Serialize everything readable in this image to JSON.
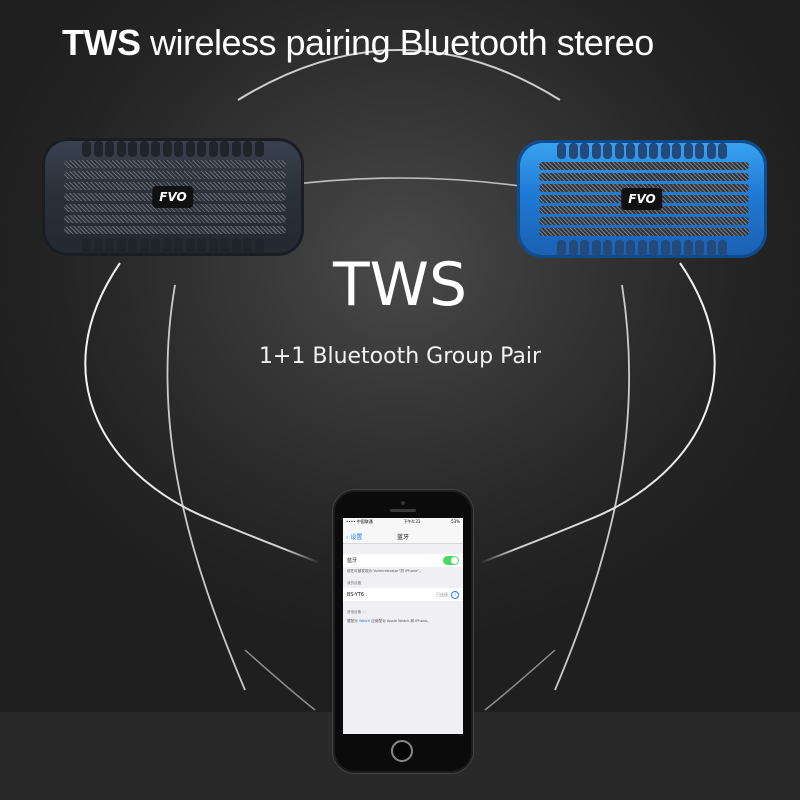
{
  "headline": {
    "bold": "TWS",
    "rest": " wireless pairing Bluetooth stereo"
  },
  "center": {
    "title": "TWS",
    "subtitle": "1+1 Bluetooth Group Pair"
  },
  "speakers": [
    {
      "position": "left",
      "color": "dark gray",
      "brand": "FVO"
    },
    {
      "position": "right",
      "color": "blue",
      "brand": "FVO"
    }
  ],
  "phone": {
    "status_bar": {
      "carrier": "•••• 中国联通",
      "time": "下午4:31",
      "battery": "53%"
    },
    "nav": {
      "back_label": "设置",
      "title": "蓝牙"
    },
    "bluetooth_row": {
      "label": "蓝牙",
      "toggle_on": true
    },
    "discoverable_caption": "现在可被发现为“Administrator”的 iPhone”。",
    "my_devices_label": "我的设备",
    "device": {
      "name": "BS-YT6",
      "status": "已连接"
    },
    "other_devices_label": "其他设备",
    "watch_caption_prefix": "要配对",
    "watch_caption_link": "Watch",
    "watch_caption_suffix": "应用配对 Apple Watch 和 iPhone。"
  },
  "colors": {
    "background": "#262626",
    "floor": "#292929",
    "text": "#ffffff",
    "speaker_right": "#1f7bd6",
    "speaker_left": "#2a3039",
    "toggle_on": "#4cd964",
    "ios_link": "#1a7cf5"
  }
}
